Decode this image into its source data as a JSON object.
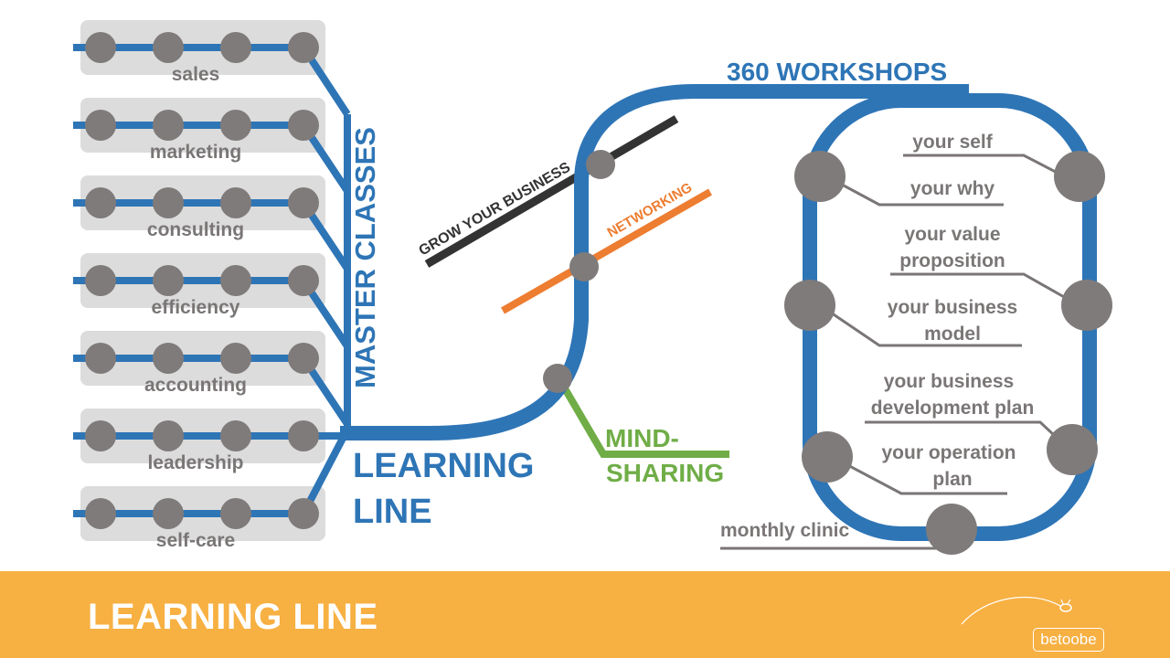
{
  "colors": {
    "blue": "#2e75b6",
    "gray_node": "#7f7b7b",
    "label_gray": "#7a7676",
    "panel": "#dcdcdc",
    "black_line": "#333333",
    "orange": "#ed7d31",
    "green": "#70ad47",
    "footer": "#f7b042"
  },
  "master_classes": {
    "label": "MASTER CLASSES",
    "tracks": [
      "sales",
      "marketing",
      "consulting",
      "efficiency",
      "accounting",
      "leadership",
      "self-care"
    ]
  },
  "learning_line": {
    "label_line1": "LEARNING",
    "label_line2": "LINE"
  },
  "grow_your_business": {
    "label": "GROW YOUR BUSINESS"
  },
  "networking": {
    "label": "NETWORKING"
  },
  "mind_sharing": {
    "label_line1": "MIND-",
    "label_line2": "SHARING"
  },
  "workshops": {
    "title": "360 WORKSHOPS",
    "stations": [
      {
        "lines": [
          "your self"
        ]
      },
      {
        "lines": [
          "your why"
        ]
      },
      {
        "lines": [
          "your value",
          "proposition"
        ]
      },
      {
        "lines": [
          "your business",
          "model"
        ]
      },
      {
        "lines": [
          "your business",
          "development plan"
        ]
      },
      {
        "lines": [
          "your operation",
          "plan"
        ]
      }
    ],
    "clinic": "monthly clinic"
  },
  "footer": {
    "title": "LEARNING LINE",
    "logo_text": "betoobe"
  }
}
